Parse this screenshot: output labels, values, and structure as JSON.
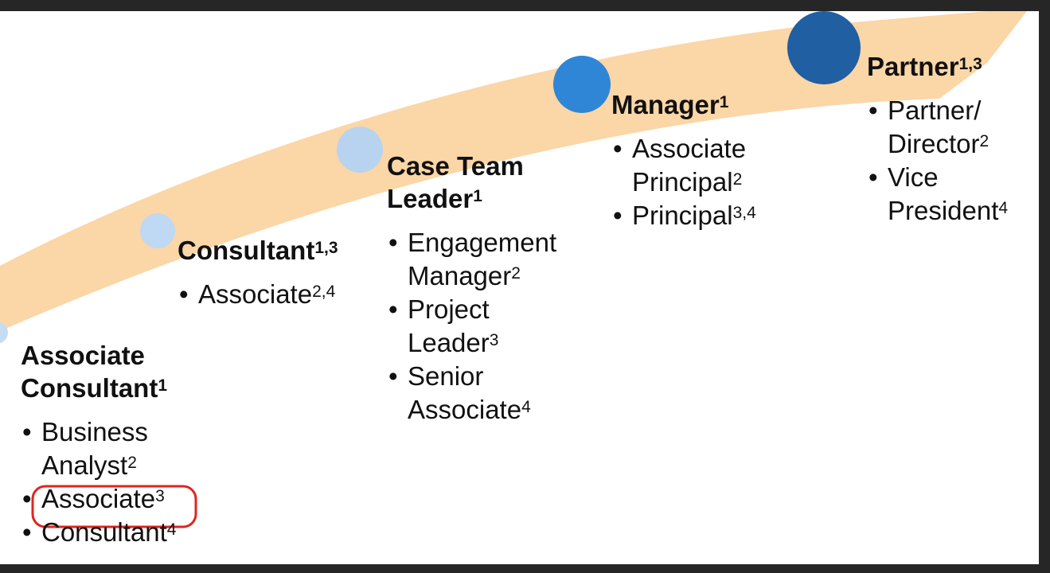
{
  "colors": {
    "arc": "#fbd6a6",
    "level1": "#c6dcf3",
    "level2": "#bfd8f3",
    "level3": "#b8d3f0",
    "level4": "#2f86d6",
    "level5": "#1f5fa2",
    "annotation": "#e0241f"
  },
  "bullet_glyph": "•",
  "levels": [
    {
      "title": [
        "Associate",
        "Consultant"
      ],
      "title_sup": "1",
      "items": [
        {
          "text": [
            "Business",
            "Analyst"
          ],
          "sup": "2"
        },
        {
          "text": [
            "Associate"
          ],
          "sup": "3",
          "circled": true
        },
        {
          "text": [
            "Consultant"
          ],
          "sup": "4"
        }
      ]
    },
    {
      "title": [
        "Consultant"
      ],
      "title_sup": "1,3",
      "items": [
        {
          "text": [
            "Associate"
          ],
          "sup": "2,4"
        }
      ]
    },
    {
      "title": [
        "Case Team",
        "Leader"
      ],
      "title_sup": "1",
      "items": [
        {
          "text": [
            "Engagement",
            "Manager"
          ],
          "sup": "2"
        },
        {
          "text": [
            "Project",
            "Leader"
          ],
          "sup": "3"
        },
        {
          "text": [
            "Senior",
            "Associate"
          ],
          "sup": "4"
        }
      ]
    },
    {
      "title": [
        "Manager"
      ],
      "title_sup": "1",
      "items": [
        {
          "text": [
            "Associate",
            "Principal"
          ],
          "sup": "2"
        },
        {
          "text": [
            "Principal"
          ],
          "sup": "3,4"
        }
      ]
    },
    {
      "title": [
        "Partner"
      ],
      "title_sup": "1,3",
      "items": [
        {
          "text": [
            "Partner/",
            "Director"
          ],
          "sup": "2"
        },
        {
          "text": [
            "Vice",
            "President"
          ],
          "sup": "4"
        }
      ]
    }
  ]
}
